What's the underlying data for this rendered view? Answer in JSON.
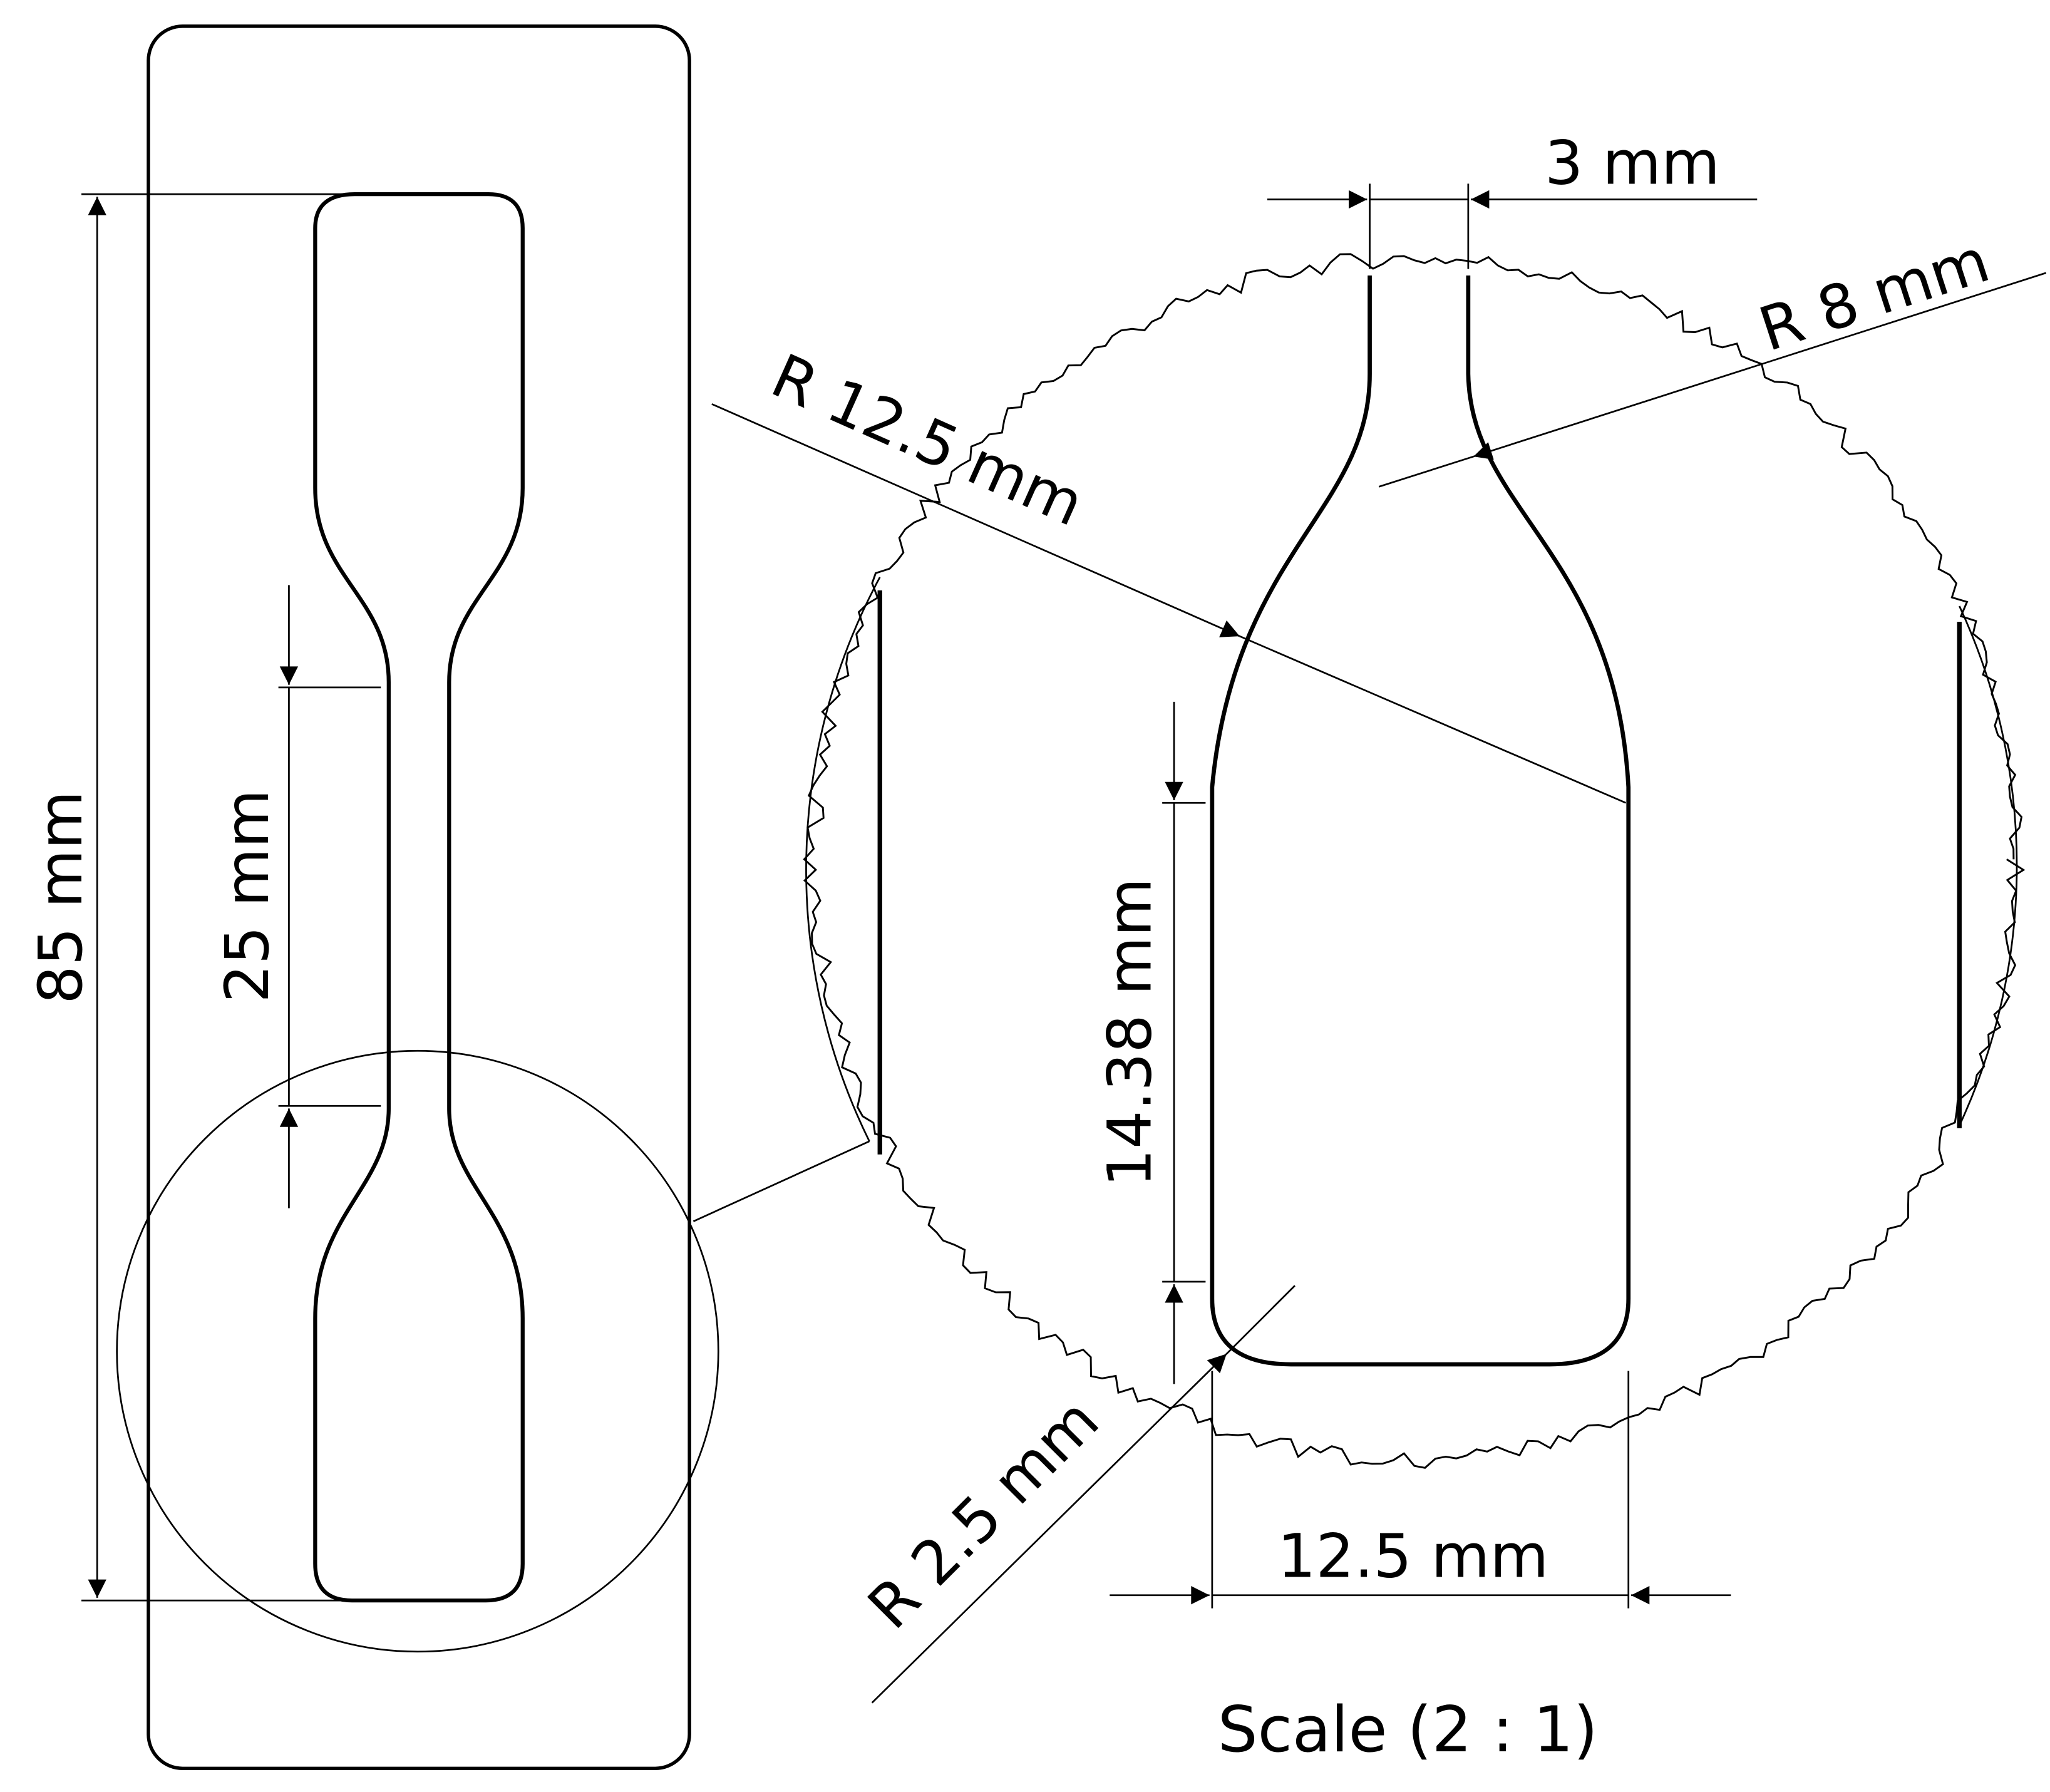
{
  "dimensions": {
    "overall_length": "85 mm",
    "gauge_length": "25 mm",
    "neck_width": "3 mm",
    "shoulder_radius": "R 8 mm",
    "transition_radius": "R 12.5 mm",
    "straight_length": "14.38 mm",
    "corner_radius": "R 2.5 mm",
    "grip_width": "12.5 mm"
  },
  "scale_label": "Scale (2 : 1)",
  "colors": {
    "ink": "#000000",
    "background": "#ffffff"
  }
}
